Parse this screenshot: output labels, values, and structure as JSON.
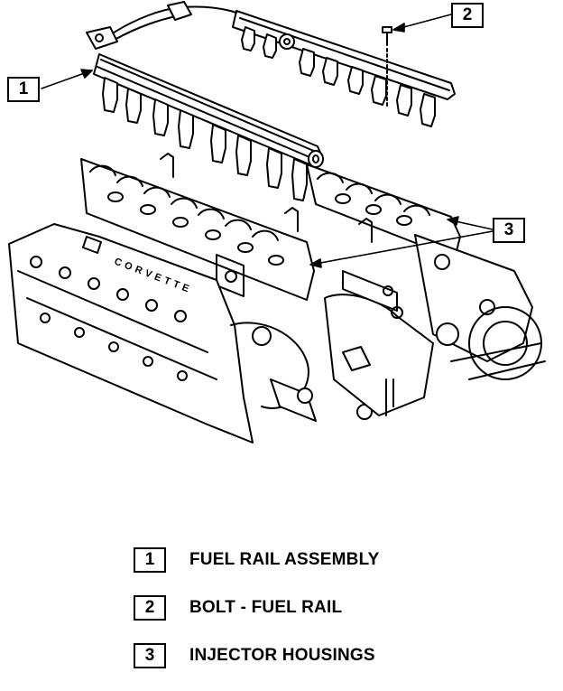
{
  "callouts": [
    {
      "number": "1"
    },
    {
      "number": "2"
    },
    {
      "number": "3"
    }
  ],
  "legend": [
    {
      "number": "1",
      "label": "FUEL RAIL ASSEMBLY"
    },
    {
      "number": "2",
      "label": "BOLT - FUEL RAIL"
    },
    {
      "number": "3",
      "label": "INJECTOR HOUSINGS"
    }
  ],
  "engine_text": "CORVETTE",
  "colors": {
    "ink": "#000000",
    "paper": "#ffffff"
  }
}
